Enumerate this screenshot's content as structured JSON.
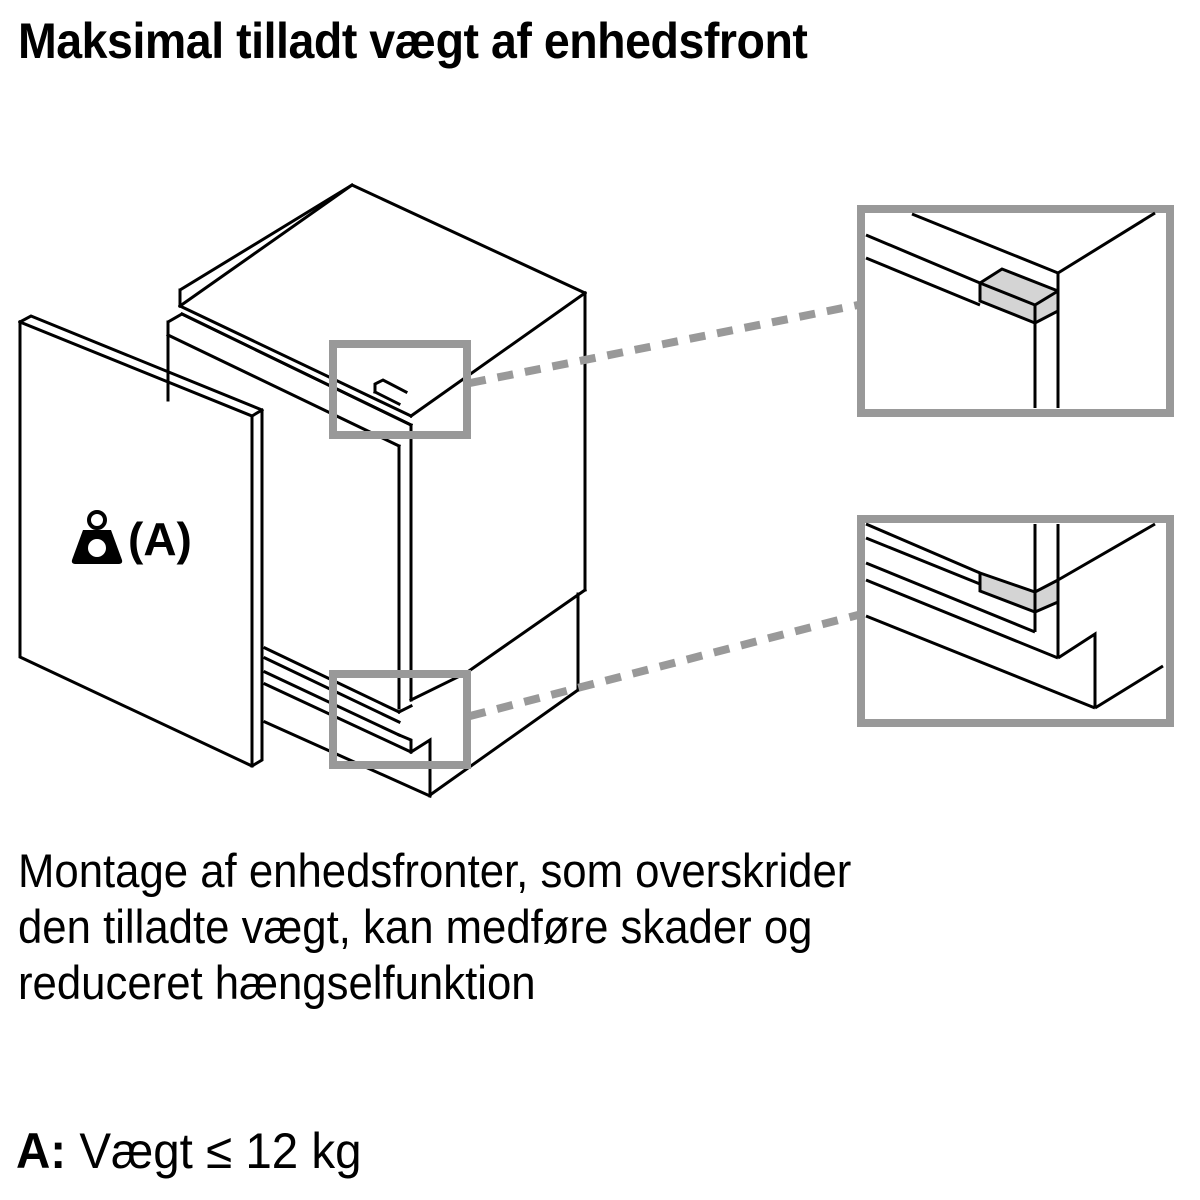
{
  "title": "Maksimal tilladt vægt af enhedsfront",
  "diagram": {
    "front_label": "(A)",
    "icons": [
      "weight-icon"
    ],
    "callouts": [
      {
        "name": "top-hinge-detail",
        "position": "top"
      },
      {
        "name": "bottom-hinge-detail",
        "position": "bottom"
      }
    ],
    "colors": {
      "line": "#000000",
      "callout_frame": "#999999",
      "hinge_fill": "#d4d4d4",
      "background": "#ffffff"
    }
  },
  "description": {
    "lines": [
      "Montage af enhedsfronter, som overskrider",
      "den tilladte vægt, kan medføre skader og",
      "reduceret hængselfunktion"
    ]
  },
  "spec": {
    "key": "A:",
    "value": "Vægt ≤ 12 kg"
  }
}
